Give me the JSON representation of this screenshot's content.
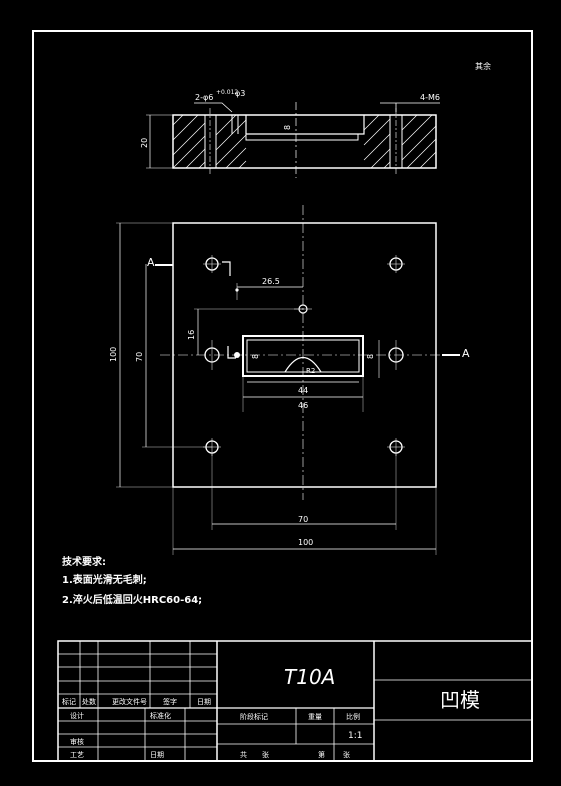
{
  "drawing": {
    "roughness_note": "其余",
    "section_labels": {
      "left": "A",
      "right": "A"
    },
    "top_view": {
      "dim_holes_left": "2-φ6",
      "dim_small_hole": "φ3",
      "dim_tol": "+0.012",
      "dim_threads": "4-M6",
      "dim_height": "20",
      "dim_depth": "8"
    },
    "plan_view": {
      "dim_26_5": "26.5",
      "dim_16": "16",
      "dim_100_v": "100",
      "dim_70_v": "70",
      "dim_70_h": "70",
      "dim_100_h": "100",
      "dim_44": "44",
      "dim_46": "46",
      "dim_8a": "8",
      "dim_8b": "8",
      "dim_r": "R2"
    },
    "tech_requirements": {
      "title": "技术要求:",
      "items": [
        "1.表面光滑无毛刺;",
        "2.淬火后低温回火HRC60-64;"
      ]
    },
    "title_block": {
      "material": "T10A",
      "part_name": "凹模",
      "labels": {
        "biaoji": "标记",
        "chushu": "处数",
        "fenqu": "更改文件号",
        "qianming": "签字",
        "riqi": "日期",
        "sheji": "设计",
        "biaozhunhua": "标准化",
        "shenhe": "审核",
        "gongyi": "工艺",
        "pizhun": "日期",
        "jieduan": "阶段标记",
        "zhongliang": "重量",
        "bili": "比例",
        "scale": "1:1",
        "gong": "共",
        "zhang": "张",
        "di": "第",
        "zhang2": "张"
      }
    }
  }
}
